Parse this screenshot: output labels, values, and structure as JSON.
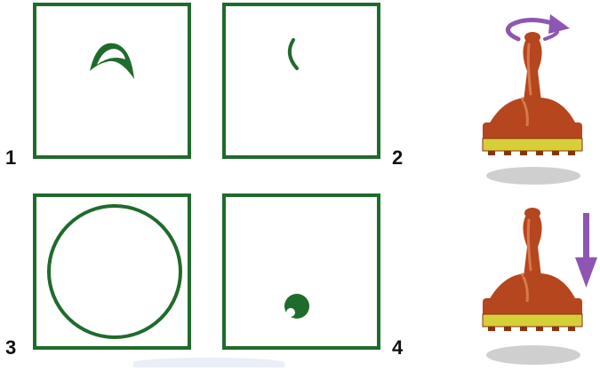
{
  "panels": [
    {
      "number": "1",
      "shape": "crescent-arc"
    },
    {
      "number": "2",
      "shape": "small-arc"
    },
    {
      "number": "3",
      "shape": "circle"
    },
    {
      "number": "4",
      "shape": "dot"
    }
  ],
  "stamps": [
    {
      "action": "rotate",
      "arrow_icon": "circular-arrow-icon"
    },
    {
      "action": "press-down",
      "arrow_icon": "down-arrow-icon"
    }
  ],
  "colors": {
    "frame": "#1f6b2c",
    "shape": "#1f6b2c",
    "arrow": "#8f55b3",
    "stamp_body": "#b5461e",
    "stamp_band": "#d7cf3a",
    "shadow": "#cfcfcf"
  }
}
